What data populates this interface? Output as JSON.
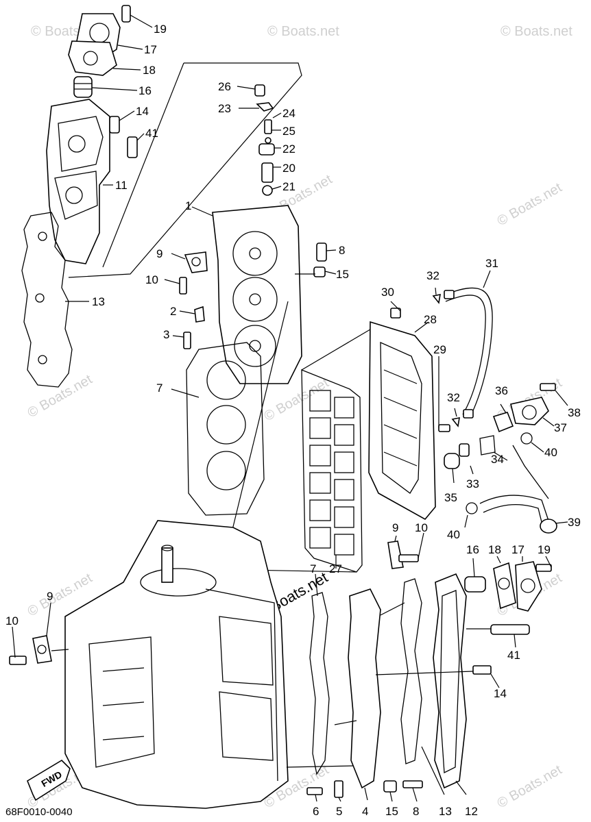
{
  "watermark": "© Boats.net",
  "diagram_code": "68F0010-0040",
  "fwd_label": "FWD",
  "labels": [
    "1",
    "2",
    "3",
    "4",
    "5",
    "6",
    "7",
    "7",
    "8",
    "8",
    "9",
    "9",
    "9",
    "10",
    "10",
    "10",
    "11",
    "12",
    "13",
    "13",
    "14",
    "14",
    "15",
    "15",
    "16",
    "16",
    "17",
    "17",
    "18",
    "18",
    "19",
    "19",
    "20",
    "21",
    "22",
    "23",
    "24",
    "25",
    "26",
    "27",
    "28",
    "29",
    "30",
    "31",
    "32",
    "32",
    "33",
    "34",
    "35",
    "36",
    "37",
    "38",
    "39",
    "40",
    "40",
    "41",
    "41"
  ]
}
